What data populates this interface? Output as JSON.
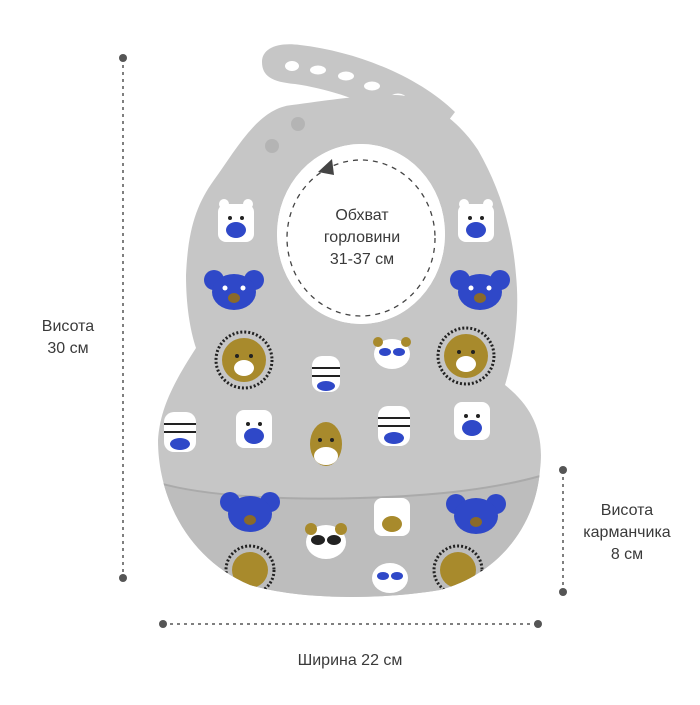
{
  "labels": {
    "neck": [
      "Обхват",
      "горловини",
      "31-37 см"
    ],
    "height": [
      "Висота",
      "30 см"
    ],
    "pocket": [
      "Висота",
      "карманчика",
      "8 см"
    ],
    "width": "Ширина 22 см"
  },
  "colors": {
    "bib": "#c6c6c6",
    "bib_shadow": "#b5b5b5",
    "pocket": "#bdbdbd",
    "dimension_line": "#555555",
    "accent_blue": "#2f48c8",
    "accent_gold": "#a88a2c"
  },
  "illustration": {
    "subject": "silicone-baby-bib",
    "pattern": [
      "bear-face",
      "koala-face",
      "lion-face",
      "zebra-face",
      "panda-face",
      "giraffe-face"
    ]
  }
}
